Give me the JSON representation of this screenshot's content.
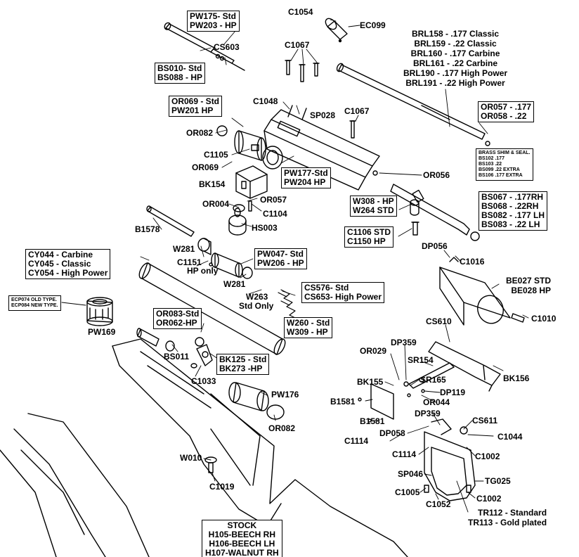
{
  "labels": {
    "c1054": "C1054",
    "ec099": "EC099",
    "cs603": "CS603",
    "c1067_a": "C1067",
    "c1067_b": "C1067",
    "c1048": "C1048",
    "sp028": "SP028",
    "or082_a": "OR082",
    "c1105": "C1105",
    "or069": "OR069",
    "bk154": "BK154",
    "or057": "OR057",
    "or004": "OR004",
    "c1104": "C1104",
    "hs003": "HS003",
    "or056": "OR056",
    "b1578": "B1578",
    "w281_a": "W281",
    "c1151": "C1151",
    "hp_only": "HP only",
    "w281_b": "W281",
    "w263": "W263",
    "std_only": "Std Only",
    "pw169": "PW169",
    "bs011": "BS011",
    "c1033": "C1033",
    "pw176": "PW176",
    "or082_b": "OR082",
    "w010": "W010",
    "c1019": "C1019",
    "dp056": "DP056",
    "c1016": "C1016",
    "c1010": "C1010",
    "cs610": "CS610",
    "dp359_a": "DP359",
    "or029": "OR029",
    "sr154": "SR154",
    "bk155": "BK155",
    "sr165": "SR165",
    "dp119": "DP119",
    "b1581_a": "B1581",
    "or044": "OR044",
    "bk156": "BK156",
    "dp359_b": "DP359",
    "b1581_b": "B1581",
    "cs611": "CS611",
    "dp058": "DP058",
    "c1114_a": "C1114",
    "c1044": "C1044",
    "c1114_b": "C1114",
    "c1002_a": "C1002",
    "sp046": "SP046",
    "tg025": "TG025",
    "c1005": "C1005",
    "c1002_b": "C1002",
    "c1052": "C1052"
  },
  "boxes": {
    "pw175": [
      "PW175- Std",
      "PW203 - HP"
    ],
    "bs010": [
      "BS010- Std",
      "BS088 - HP"
    ],
    "or069_std": [
      "OR069 - Std",
      "PW201 HP"
    ],
    "pw177": [
      "PW177-Std",
      "PW204 HP"
    ],
    "or057_box": [
      "OR057 - .177",
      "OR058 - .22"
    ],
    "w308": [
      "W308 - HP",
      "W264 STD"
    ],
    "c1106": [
      "C1106 STD",
      "C1150 HP"
    ],
    "cy044": [
      "CY044 - Carbine",
      "CY045 - Classic",
      "CY054 - High Power"
    ],
    "pw047": [
      "PW047- Std",
      "PW206 - HP"
    ],
    "cs576": [
      "CS576- Std",
      "CS653- High Power"
    ],
    "ecp": [
      "ECP074 OLD TYPE.",
      "ECP084 NEW TYPE."
    ],
    "or083": [
      "OR083-Std",
      "OR062-HP"
    ],
    "w260": [
      "W260 - Std",
      "W309 - HP"
    ],
    "bk125": [
      "BK125 - Std",
      "BK273 -HP"
    ],
    "bs067": [
      "BS067 - .177RH",
      "BS068 - .22RH",
      "BS082 - .177 LH",
      "BS083  - .22 LH"
    ],
    "brass": [
      "BRASS SHIM & SEAL.",
      "BS102 .177",
      "BS103 .22",
      "BS099 .22 EXTRA",
      "BS106 .177 EXTRA"
    ],
    "stock": [
      "STOCK",
      "H105-BEECH RH",
      "H106-BEECH LH",
      "H107-WALNUT RH"
    ]
  },
  "stacks": {
    "brl": [
      "BRL158 - .177 Classic",
      "BRL159 - .22 Classic",
      "BRL160 - .177 Carbine",
      "BRL161 - .22 Carbine",
      "BRL190 - .177 High Power",
      "BRL191 - .22 High Power"
    ],
    "be027": [
      "BE027 STD",
      "BE028 HP"
    ],
    "tr112": [
      "TR112 - Standard",
      "TR113 - Gold plated"
    ]
  }
}
